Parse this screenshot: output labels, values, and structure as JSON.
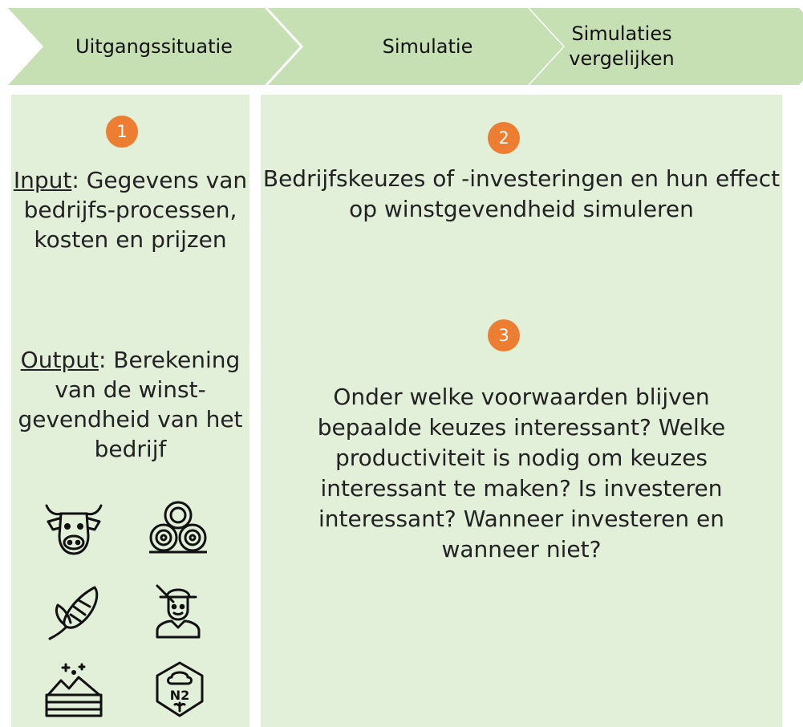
{
  "steps": [
    {
      "label": "Uitgangssituatie"
    },
    {
      "label": "Simulatie"
    },
    {
      "label": "Simulaties vergelijken"
    }
  ],
  "left_panel": {
    "badge": "1",
    "input_heading": "Input",
    "input_text": ": Gegevens van bedrijfs-processen, kosten en prijzen",
    "output_heading": "Output",
    "output_text": ": Berekening van de winst-gevendheid van het bedrijf",
    "icons": [
      "cow-icon",
      "hay-bales-icon",
      "corn-icon",
      "farmer-icon",
      "soil-crate-icon",
      "nitrogen-cycle-icon"
    ],
    "n2_label": "N2"
  },
  "right_panel": {
    "badge2": "2",
    "text2": "Bedrijfskeuzes of -investeringen en hun effect op winstgevendheid simuleren",
    "badge3": "3",
    "text3": "Onder welke voorwaarden blijven bepaalde keuzes interessant? Welke productiviteit is nodig om keuzes interessant te maken? Is investeren interessant? Wanneer investeren en wanneer niet?"
  },
  "colors": {
    "chevron": "#c6e0b4",
    "panel": "#e2efd9",
    "badge": "#ed7d31"
  }
}
